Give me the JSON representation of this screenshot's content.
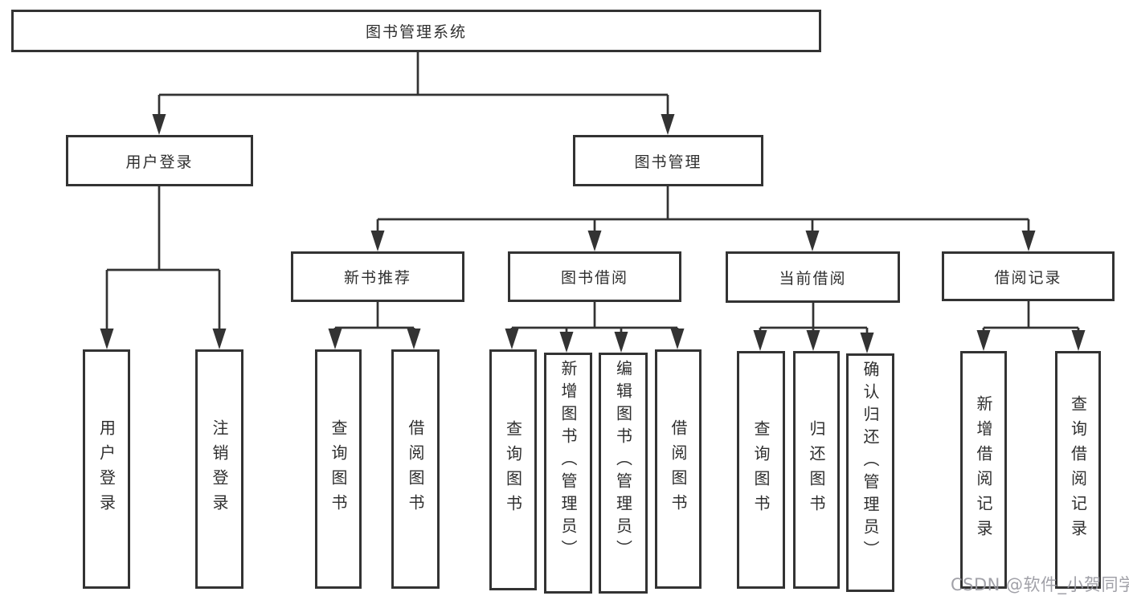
{
  "tree": {
    "root": "图书管理系统",
    "branches": {
      "user_login": "用户登录",
      "book_mgmt": "图书管理"
    },
    "book_mgmt_children": {
      "new_book_rec": "新书推荐",
      "book_borrow": "图书借阅",
      "current_borrow": "当前借阅",
      "borrow_records": "借阅记录"
    },
    "leaves": {
      "user_login": "用户登录",
      "logout": "注销登录",
      "rec_query": "查询图书",
      "rec_borrow": "借阅图书",
      "bb_query": "查询图书",
      "bb_add": "新增图书（管理员）",
      "bb_edit": "编辑图书（管理员）",
      "bb_borrow": "借阅图书",
      "cb_query": "查询图书",
      "cb_return": "归还图书",
      "cb_confirm": "确认归还（管理员）",
      "br_add": "新增借阅记录",
      "br_query": "查询借阅记录"
    }
  },
  "watermark": "CSDN @软件_小贺同学",
  "colors": {
    "line": "#333333",
    "text": "#2f2f2f",
    "watermark": "#97979f",
    "background": "#ffffff"
  }
}
